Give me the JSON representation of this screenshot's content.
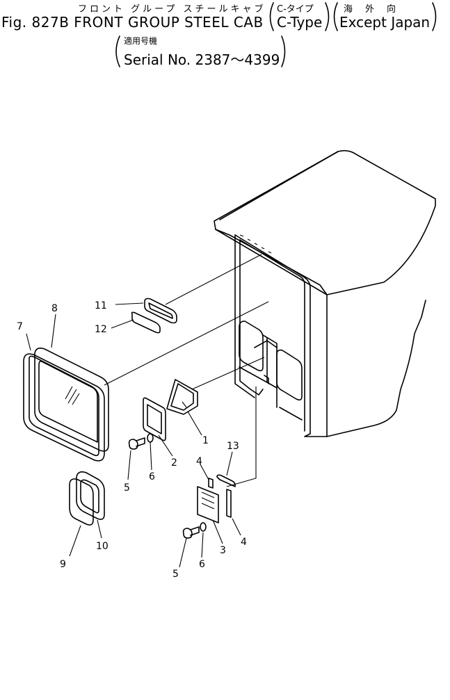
{
  "header": {
    "jp_title": "フロント グループ スチールキャブ",
    "jp_ctype": "C-タイプ",
    "jp_region": "海外向",
    "fig_title": "Fig. 827B FRONT GROUP STEEL CAB",
    "ctype": "C-Type",
    "region": "Except Japan",
    "jp_serial": "適用号機",
    "serial": "Serial No. 2387～4399"
  },
  "callouts": {
    "p1": "1",
    "p2": "2",
    "p3": "3",
    "p4a": "4",
    "p4b": "4",
    "p5a": "5",
    "p5b": "5",
    "p6a": "6",
    "p6b": "6",
    "p7": "7",
    "p8": "8",
    "p9": "9",
    "p10": "10",
    "p11": "11",
    "p12": "12",
    "p13": "13"
  }
}
